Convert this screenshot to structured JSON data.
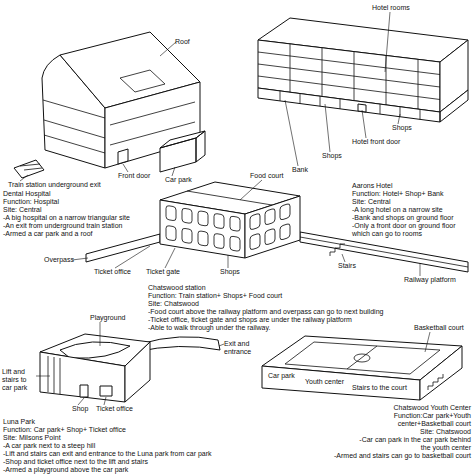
{
  "diagram": {
    "labels": [
      "Roof",
      "Front door",
      "Car park",
      "Train station underground exit",
      "Dental Hospital",
      "Function: Hospital",
      "Site: Central",
      "-A big hospital on a narrow triangular site",
      "-An exit from underground train station",
      "-Armed a car park and a roof",
      "Hotel rooms",
      "Shops",
      "Hotel front door",
      "Shops",
      "Bank",
      "Aarons Hotel",
      "Function: Hotel+ Shop+ Bank",
      "Site: Central",
      "-A long hotel on a narrow site",
      "-Bank and shops on ground floor",
      "-Only a front door on ground floor which can go to rooms",
      "Food court",
      "Stairs",
      "Ticket office",
      "Ticket gate",
      "Shops",
      "Railway platform",
      "Overpass",
      "Chatswood station",
      "Function: Train station+ Shops+ Food court",
      "Site: Chatswood",
      "-Food court above the railway platform and overpass can go to next building",
      "-Ticket office, ticket gate and shops are under the railway platform",
      "-Able to walk through under the railway.",
      "Playground",
      "Exit and entrance",
      "Lift and stairs to car park",
      "Shop",
      "Ticket office",
      "Luna Park",
      "Function: Car park+ Shop+ Ticket office",
      "Site: Milsons Point",
      "-A car park next to a steep hill",
      "-Lift and stairs can exit and entrance to the Luna park from car park",
      "-Shop and ticket office next to the lift and stairs",
      "-Armed a playground above the car park",
      "Basketball court",
      "Car park",
      "Youth center",
      "Stairs to the court",
      "Chatswood Youth Center",
      "Function:Car park+Youth center+Basketball court",
      "Site: Chatswood",
      "-Car can park in the car park behind the youth center",
      "-Armed and stairs can go to basketball court"
    ]
  }
}
